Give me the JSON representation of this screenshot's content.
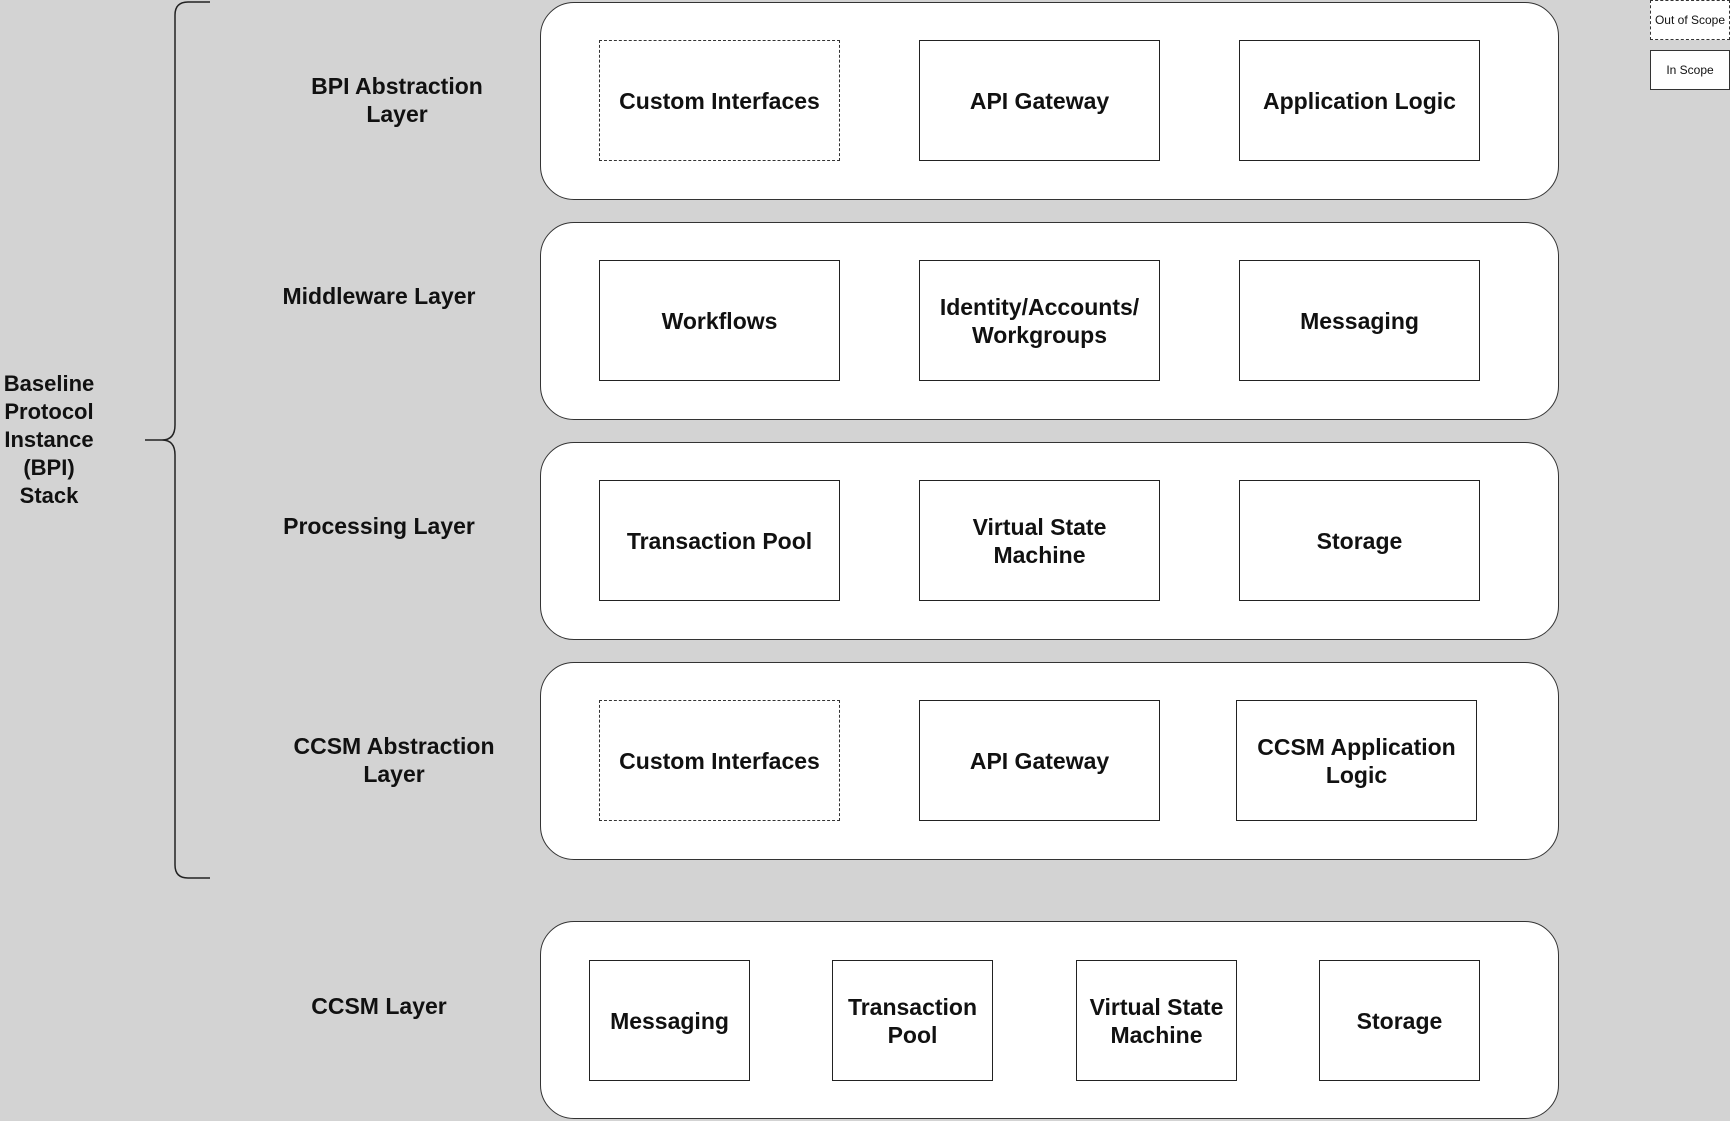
{
  "stack_label": "Baseline Protocol Instance (BPI) Stack",
  "legend": {
    "out_of_scope": "Out of Scope",
    "in_scope": "In Scope"
  },
  "layers": {
    "bpi_abstraction": {
      "label": "BPI Abstraction Layer",
      "components": [
        "Custom Interfaces",
        "API Gateway",
        "Application Logic"
      ]
    },
    "middleware": {
      "label": "Middleware Layer",
      "components": [
        "Workflows",
        "Identity/Accounts/ Workgroups",
        "Messaging"
      ]
    },
    "processing": {
      "label": "Processing Layer",
      "components": [
        "Transaction Pool",
        "Virtual State Machine",
        "Storage"
      ]
    },
    "ccsm_abstraction": {
      "label": "CCSM Abstraction Layer",
      "components": [
        "Custom Interfaces",
        "API Gateway",
        "CCSM Application Logic"
      ]
    },
    "ccsm": {
      "label": "CCSM Layer",
      "components": [
        "Messaging",
        "Transaction Pool",
        "Virtual State Machine",
        "Storage"
      ]
    }
  },
  "scope": {
    "bpi_abstraction": [
      "out",
      "in",
      "in"
    ],
    "ccsm_abstraction": [
      "out",
      "in",
      "in"
    ]
  }
}
